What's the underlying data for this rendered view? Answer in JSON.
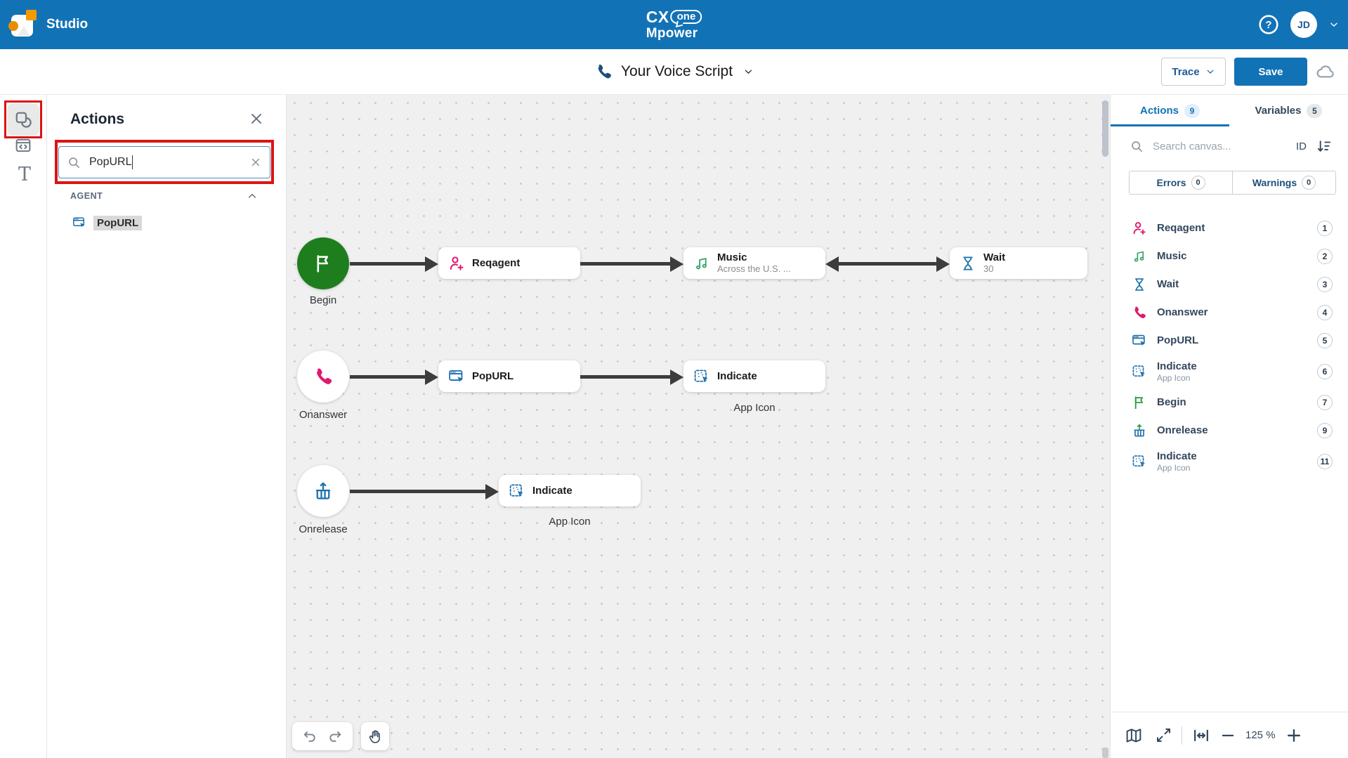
{
  "header": {
    "app_name": "Studio",
    "logo": {
      "cx": "CX",
      "one": "one",
      "mpower": "Mpower"
    },
    "avatar_initials": "JD",
    "help_glyph": "?"
  },
  "toolbar": {
    "script_title": "Your Voice Script",
    "trace_label": "Trace",
    "save_label": "Save"
  },
  "actions_panel": {
    "title": "Actions",
    "search_value": "PopURL",
    "section_label": "AGENT",
    "result": {
      "label": "PopURL",
      "icon": "popurl-icon"
    }
  },
  "canvas": {
    "begin": {
      "label": "Begin",
      "icon": "flag-icon"
    },
    "reqagent": {
      "title": "Reqagent",
      "icon": "person-plus-icon"
    },
    "music": {
      "title": "Music",
      "subtitle": "Across the U.S. ...",
      "icon": "music-icon"
    },
    "wait": {
      "title": "Wait",
      "subtitle": "30",
      "icon": "hourglass-icon"
    },
    "onanswer": {
      "label": "Onanswer",
      "icon": "phone-icon"
    },
    "popurl": {
      "title": "PopURL",
      "icon": "popurl-icon"
    },
    "indicate1": {
      "title": "Indicate",
      "caption": "App Icon",
      "icon": "indicate-icon"
    },
    "onrelease": {
      "label": "Onrelease",
      "icon": "release-box-icon"
    },
    "indicate2": {
      "title": "Indicate",
      "caption": "App Icon",
      "icon": "indicate-icon"
    }
  },
  "right_panel": {
    "tabs": [
      {
        "label": "Actions",
        "count": "9"
      },
      {
        "label": "Variables",
        "count": "5"
      }
    ],
    "search_placeholder": "Search canvas...",
    "id_label": "ID",
    "errors": {
      "label": "Errors",
      "count": "0"
    },
    "warnings": {
      "label": "Warnings",
      "count": "0"
    },
    "items": [
      {
        "label": "Reqagent",
        "badge": "1",
        "icon": "person-plus-icon"
      },
      {
        "label": "Music",
        "badge": "2",
        "icon": "music-icon"
      },
      {
        "label": "Wait",
        "badge": "3",
        "icon": "hourglass-icon"
      },
      {
        "label": "Onanswer",
        "badge": "4",
        "icon": "phone-icon"
      },
      {
        "label": "PopURL",
        "badge": "5",
        "icon": "popurl-icon"
      },
      {
        "label": "Indicate",
        "sublabel": "App Icon",
        "badge": "6",
        "icon": "indicate-icon"
      },
      {
        "label": "Begin",
        "badge": "7",
        "icon": "flag-icon"
      },
      {
        "label": "Onrelease",
        "badge": "9",
        "icon": "release-box-icon"
      },
      {
        "label": "Indicate",
        "sublabel": "App Icon",
        "badge": "11",
        "icon": "indicate-icon"
      }
    ]
  },
  "canvas_controls": {
    "zoom_level": "125 %"
  },
  "colors": {
    "header_blue": "#1272b6",
    "accent_blue": "#1d6fad",
    "action_pink": "#e0196e",
    "action_green": "#2f9e44",
    "begin_green": "#1e7e1e",
    "navy_text": "#33475b",
    "annotation_red": "#dc1414"
  }
}
